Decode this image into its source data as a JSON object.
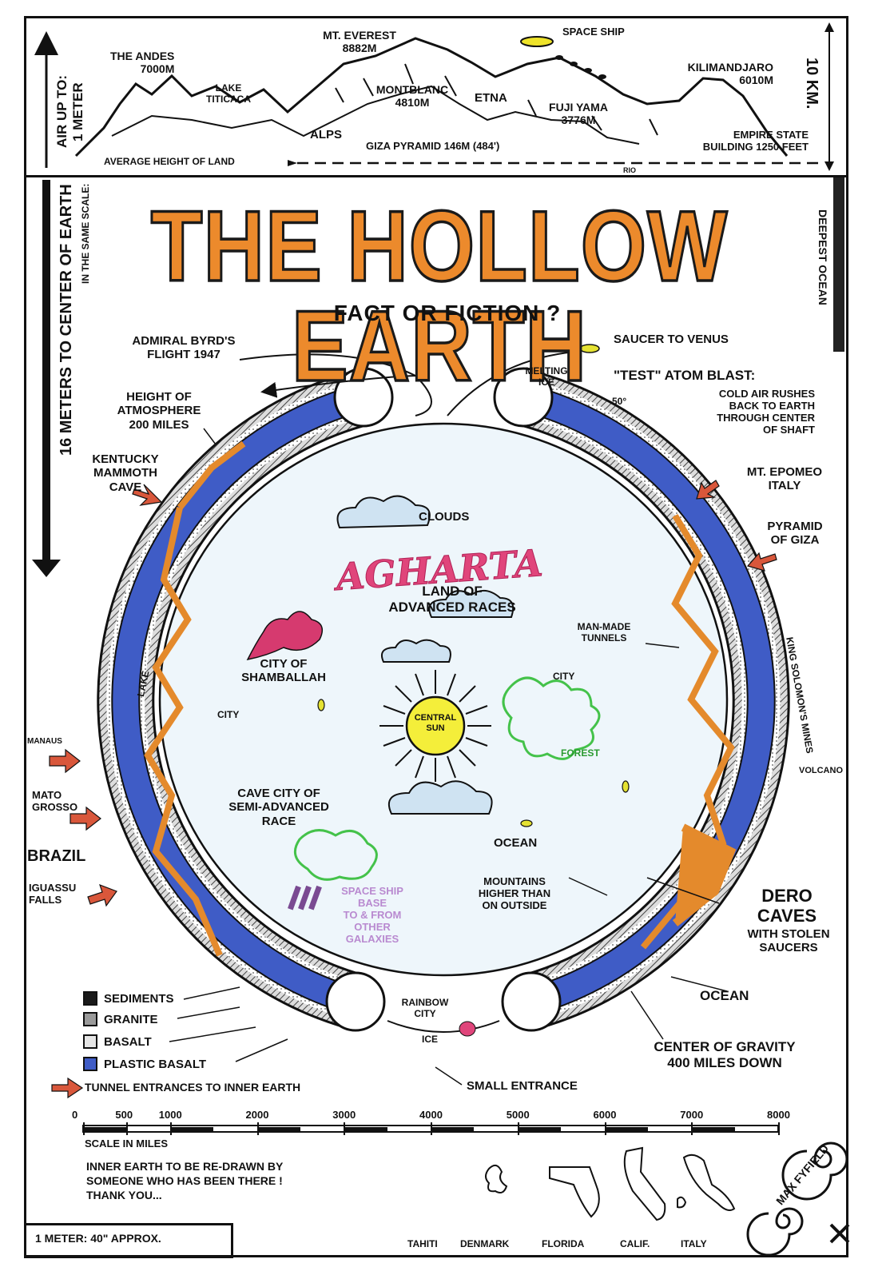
{
  "side_left": {
    "air": "AIR UP TO:\n1 METER",
    "scale_same": "IN THE SAME SCALE:",
    "center": "16 METERS TO CENTER OF EARTH"
  },
  "side_right": {
    "km": "10 KM.",
    "deepest_ocean": "DEEPEST OCEAN"
  },
  "mountains": {
    "andes": "THE ANDES\n7000m",
    "everest": "MT. EVEREST\n8882m",
    "space_ship": "SPACE SHIP",
    "kilimanjaro": "KILIMANDJARO\n6010m",
    "titicaca": "LAKE\nTITICACA",
    "montblanc": "MONTBLANC\n4810m",
    "etna": "ETNA",
    "fuji": "FUJI YAMA\n3776m",
    "alps": "ALPS",
    "empire": "EMPIRE STATE\nBUILDING 1250 FEET",
    "giza": "GIZA PYRAMID 146m (484')",
    "avg_land": "AVERAGE HEIGHT OF LAND",
    "rio": "RIO"
  },
  "title": "THE HOLLOW EARTH",
  "subtitle": "FACT OR FICTION ?",
  "labels": {
    "byrd": "ADMIRAL BYRD'S\nFLIGHT 1947",
    "saucer_venus": "SAUCER TO VENUS",
    "melting_ice": "MELTING\nICE",
    "atom_blast": "\"TEST\" ATOM BLAST:",
    "cold_air": "COLD AIR RUSHES\nBACK TO EARTH\nTHROUGH CENTER\nOF SHAFT",
    "minus50": "-50°",
    "atmosphere": "HEIGHT OF\nATMOSPHERE\n200 MILES",
    "kentucky": "KENTUCKY\nMAMMOTH\nCAVE",
    "epomeo": "MT. EPOMEO\nITALY",
    "clouds": "CLOUDS",
    "pyramid": "PYRAMID\nOF GIZA",
    "agharta": "AGHARTA",
    "land_of": "LAND OF\nADVANCED RACES",
    "man_made": "MAN-MADE\nTUNNELS",
    "king_solomon": "KING SOLOMON'S MINES",
    "shamballah": "CITY OF\nSHAMBALLAH",
    "lake": "LAKE",
    "city1": "CITY",
    "city2": "CITY",
    "central_sun": "CENTRAL\nSUN",
    "forest": "FOREST",
    "manaus": "MANAUS",
    "volcano": "VOLCANO",
    "cave_city": "CAVE CITY OF\nSEMI-ADVANCED\nRACE",
    "mato_grosso": "MATO\nGROSSO",
    "brazil": "BRAZIL",
    "ocean_inner": "OCEAN",
    "iguassu": "IGUASSU\nFALLS",
    "space_base": "SPACE SHIP\nBASE\nTO & FROM\nOTHER\nGALAXIES",
    "mountains": "MOUNTAINS\nHIGHER THAN\nON OUTSIDE",
    "dero": "DERO\nCAVES",
    "stolen": "WITH STOLEN\nSAUCERS",
    "ocean_outer": "OCEAN",
    "rainbow": "RAINBOW\nCITY",
    "ice": "ICE",
    "small_entrance": "SMALL ENTRANCE",
    "gravity": "CENTER OF GRAVITY\n400 MILES DOWN"
  },
  "legend": {
    "items": [
      {
        "label": "SEDIMENTS",
        "color": "#1a1a1a"
      },
      {
        "label": "GRANITE",
        "color": "#9a9a9a"
      },
      {
        "label": "BASALT",
        "color": "#e6e6e6"
      },
      {
        "label": "PLASTIC BASALT",
        "color": "#3f5cc6"
      }
    ],
    "tunnel": "TUNNEL ENTRANCES TO INNER EARTH"
  },
  "scale": {
    "ticks": [
      "0",
      "500",
      "1000",
      "2000",
      "3000",
      "4000",
      "5000",
      "6000",
      "7000",
      "8000"
    ],
    "caption": "SCALE IN MILES"
  },
  "footer": {
    "redraw": "INNER EARTH TO BE RE-DRAWN BY\nSOMEONE WHO HAS BEEN THERE !\nTHANK YOU...",
    "meter": "1 METER: 40\" APPROX.",
    "places": [
      "TAHITI",
      "DENMARK",
      "FLORIDA",
      "CALIF.",
      "ITALY"
    ],
    "signature": "MAX FYFIELD"
  },
  "colors": {
    "title_orange": "#ec8a2c",
    "plastic_basalt": "#3f5cc6",
    "tunnel_orange": "#e48a2c",
    "arrow_red": "#d9573b",
    "agharta_pink": "#e0457b",
    "forest_green": "#44c24a",
    "sun_yellow": "#f4ee3a",
    "inner_sky": "#eef6fb",
    "space_base_purple": "#b98ad0"
  }
}
